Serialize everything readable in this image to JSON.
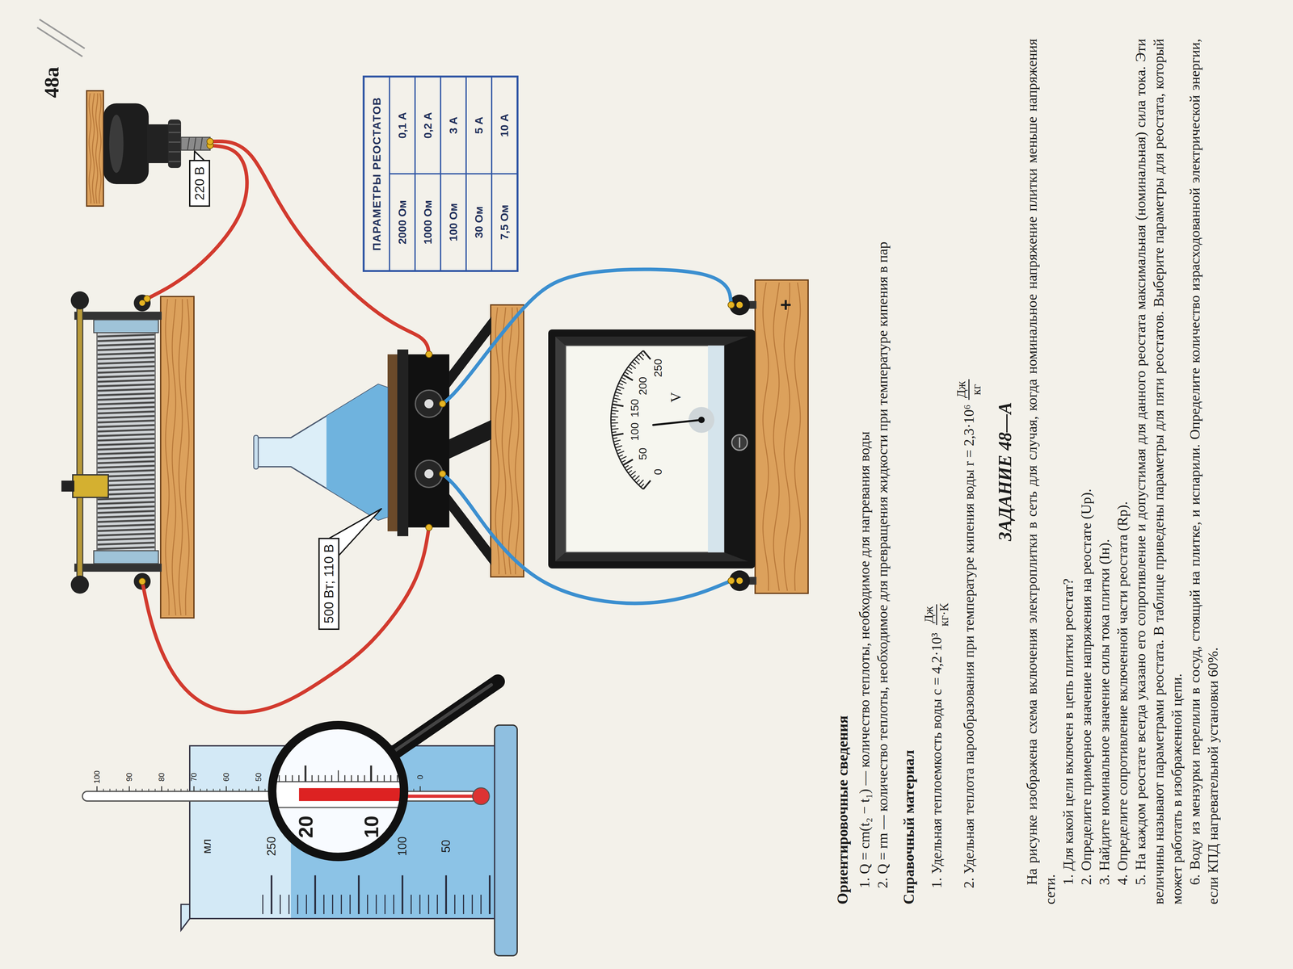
{
  "diagram": {
    "title": "ЗАДАНИЕ 48—А",
    "nodes": [
      {
        "text": [
          "220 В"
        ]
      },
      {
        "text": [
          "ПАРАМЕТРЫ РЕОСТАТОВ",
          "2000 Ом",
          "0,1 А",
          "1000 Ом",
          "0,2 А",
          "100 Ом",
          "3 А",
          "30 Ом",
          "5 А",
          "7,5 Ом",
          "10 А"
        ]
      },
      {
        "text": [
          "500 Вт; 110 В"
        ]
      }
    ],
    "labels": [
      "48а",
      "0",
      "50",
      "100",
      "150",
      "200",
      "250",
      "V",
      "+",
      "мл",
      "250",
      "100",
      "50",
      "100",
      "90",
      "80",
      "70",
      "60",
      "50",
      "0",
      "20",
      "10",
      "Ориентировочные сведения",
      "1. Q = cm(t₂ − t₁) — количество теплоты, необходимое для нагревания воды",
      "2. Q = rm — количество теплоты, необходимое для превращения жидкости при температуре кипения в пар",
      "Справочный материал",
      "1. Удельная теплоемкость воды c = 4,2·10³",
      "Дж",
      "кг·К",
      "2. Удельная теплота парообразования при температуре кипения воды r = 2,3·10⁶",
      "Дж",
      "кг",
      "На рисунке изображена схема включения электроплитки в сеть для случая, когда номинальное напряжение плитки меньше напряжения сети.",
      "1. Для какой цели включен в цепь плитки реостат?",
      "2. Определите примерное значение напряжения на реостате (Uр).",
      "3. Найдите номинальное значение силы тока плитки (Iн).",
      "4. Определите сопротивление включенной части реостата (Rр).",
      "5. На каждом реостате всегда указано его сопротивление и допустимая для данного реостата максимальная (номинальная) сила тока. Эти величины называют параметрами реостата. В таблице приведены параметры для пяти реостатов. Выберите параметры для реостата, который может работать в изображенной цепи.",
      "6. Воду из мензурки перелили в сосуд, стоящий на плитке, и испарили. Определите количество израсходованной электрической энергии, если КПД нагревательной установки 60%."
    ]
  }
}
